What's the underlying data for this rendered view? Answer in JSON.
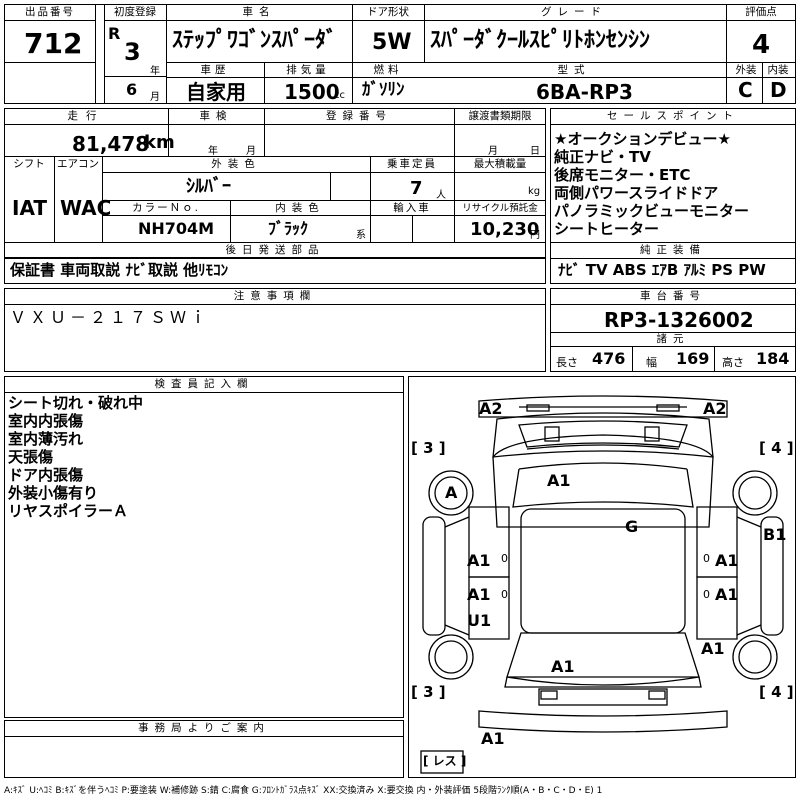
{
  "lot": {
    "label": "出品番号",
    "value": "712"
  },
  "first_reg": {
    "label": "初度登録",
    "era": "R",
    "year": "3",
    "year_unit": "年",
    "month": "6",
    "month_unit": "月"
  },
  "car_name": {
    "label": "車名",
    "value": "ｽﾃｯﾌﾟﾜｺﾞﾝｽﾊﾟｰﾀﾞ"
  },
  "door": {
    "label": "ドア形状",
    "value": "5W"
  },
  "grade": {
    "label": "グレード",
    "value": "ｽﾊﾟｰﾀﾞｸｰﾙｽﾋﾟﾘﾄﾎﾝｾﾝｼﾝ"
  },
  "score": {
    "label": "評価点",
    "value": "4"
  },
  "history": {
    "label": "車歴",
    "value": "自家用"
  },
  "displacement": {
    "label": "排気量",
    "value": "1500",
    "unit": "cc"
  },
  "fuel": {
    "label": "燃料",
    "value": "ｶﾞｿﾘﾝ"
  },
  "model": {
    "label": "型式",
    "value": "6BA-RP3"
  },
  "exterior": {
    "label": "外装",
    "value": "C"
  },
  "interior": {
    "label": "内装",
    "value": "D"
  },
  "mileage": {
    "label": "走行",
    "value": "81,478",
    "unit": "km"
  },
  "inspection": {
    "label": "車検",
    "year_unit": "年",
    "month_unit": "月"
  },
  "reg_no": {
    "label": "登録番号"
  },
  "transfer_deadline": {
    "label": "譲渡書類期限",
    "month_unit": "月",
    "day_unit": "日"
  },
  "shift": {
    "label": "シフト",
    "value": "IAT"
  },
  "aircon": {
    "label": "エアコン",
    "value": "WAC"
  },
  "ext_color": {
    "label": "外装色",
    "value": "ｼﾙﾊﾞｰ"
  },
  "color_no": {
    "label": "カラーＮｏ.",
    "value": "NH704M"
  },
  "int_color": {
    "label": "内装色",
    "value": "ﾌﾞﾗｯｸ",
    "unit": "系"
  },
  "capacity": {
    "label": "乗車定員",
    "value": "7",
    "unit": "人"
  },
  "max_load": {
    "label": "最大積載量",
    "unit": "kg"
  },
  "import": {
    "label": "輸入車"
  },
  "recycle": {
    "label": "リサイクル預託金",
    "value": "10,230",
    "unit": "円"
  },
  "later_parts": {
    "label": "後日発送部品",
    "value": "保証書 車両取説 ﾅﾋﾞ取説 他ﾘﾓｺﾝ"
  },
  "notes": {
    "label": "注意事項欄",
    "value": "ＶＸＵ－２１７ＳＷｉ"
  },
  "sales_points": {
    "label": "セールスポイント",
    "items": [
      "★オークションデビュー★",
      "純正ナビ・TV",
      "後席モニター・ETC",
      "両側パワースライドドア",
      "パノラミックビューモニター",
      "シートヒーター"
    ]
  },
  "genuine_equip": {
    "label": "純正装備",
    "value": "ﾅﾋﾞ TV ABS ｴｱB ｱﾙﾐ PS PW"
  },
  "chassis": {
    "label": "車台番号",
    "value": "RP3-1326002"
  },
  "dimensions": {
    "label": "諸元",
    "length_label": "長さ",
    "length": "476",
    "width_label": "幅",
    "width": "169",
    "height_label": "高さ",
    "height": "184"
  },
  "inspector": {
    "label": "検査員記入欄",
    "lines": [
      "シート切れ・破れ中",
      "室内内張傷",
      "室内薄汚れ",
      "天張傷",
      "ドア内張傷",
      "外装小傷有り",
      "リヤスポイラーＡ"
    ]
  },
  "office": {
    "label": "事務局よりご案内"
  },
  "diagram": {
    "tires": [
      "[ 3 ]",
      "[ 4 ]",
      "[ 3 ]",
      "[ 4 ]"
    ],
    "spare": "[ レス ]",
    "marks": {
      "front_left": "A2",
      "front_right": "A2",
      "wheel_fl": "A",
      "hood": "A1",
      "roof": "G",
      "right_fender": "B1",
      "left_front_door": "A1",
      "right_front_door": "A1",
      "left_rear_door": "A1",
      "left_rear_door_2": "U1",
      "right_rear_door": "A1",
      "rear_glass": "A1",
      "wheel_rr": "A1",
      "rear_bumper": "A1"
    },
    "door_mark": "0"
  },
  "legend": "A:ｷｽﾞ U:ﾍｺﾐ B:ｷｽﾞを伴うﾍｺﾐ P:要塗装 W:補修跡 S:錆 C:腐食 G:ﾌﾛﾝﾄｶﾞﾗｽ点ｷｽﾞ XX:交換済み X:要交換 内・外装評価 5段階ﾗﾝｸ順(A・B・C・D・E) 1"
}
